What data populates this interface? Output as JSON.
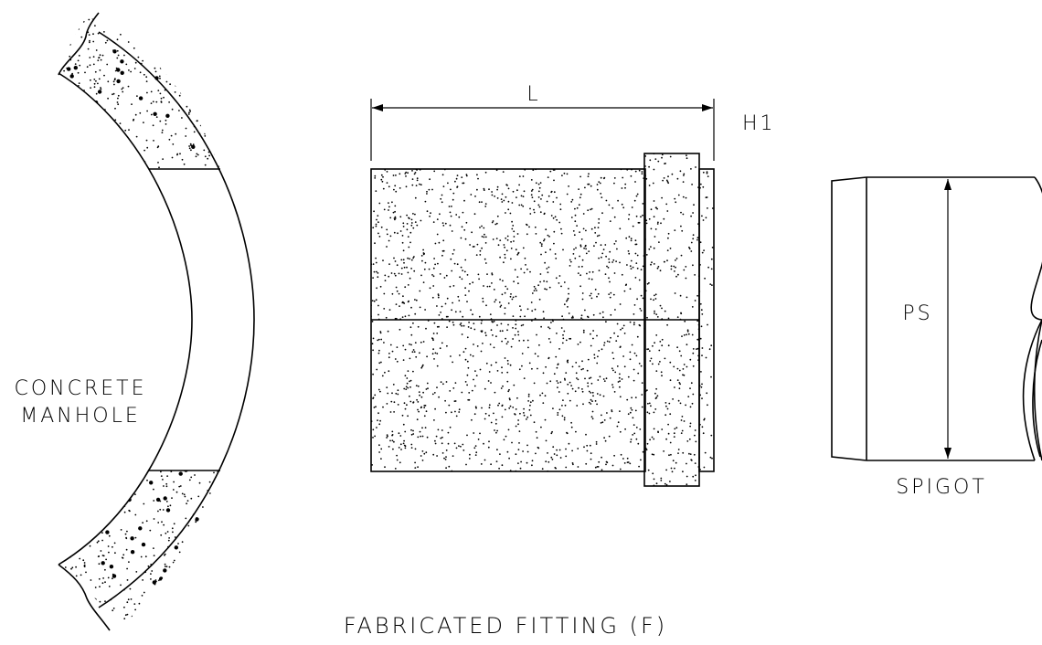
{
  "diagram": {
    "caption": "FABRICATED FITTING (F)",
    "manhole_label_line1": "CONCRETE",
    "manhole_label_line2": "MANHOLE",
    "length_label": "L",
    "height_label": "H1",
    "spigot_dim_label": "PS",
    "spigot_label": "SPIGOT",
    "line_color": "#000000",
    "background_color": "#ffffff"
  }
}
